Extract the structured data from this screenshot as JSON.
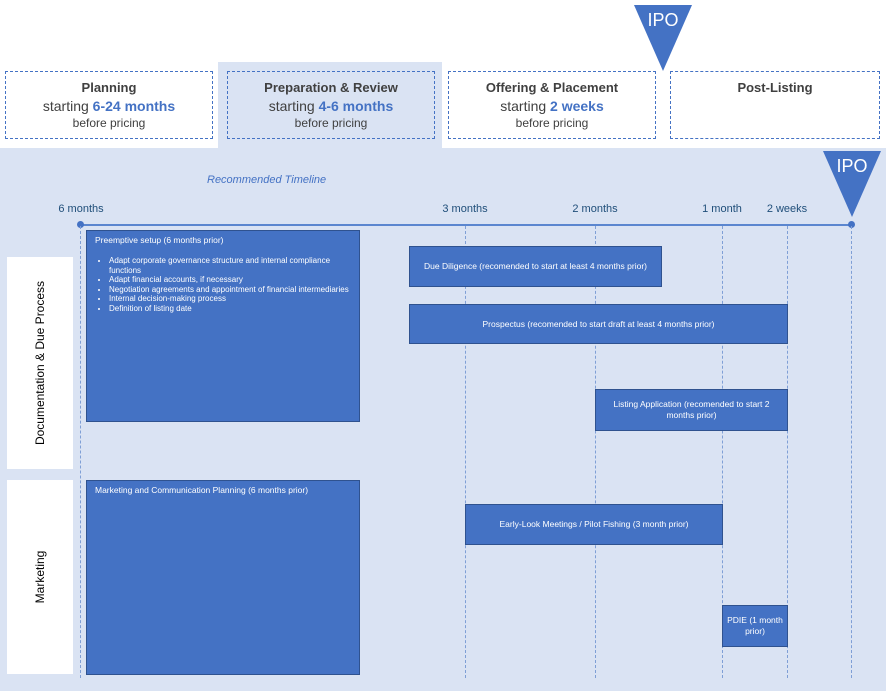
{
  "phases": [
    {
      "title": "Planning",
      "start_prefix": "starting ",
      "start_value": "6-24 months",
      "after": "before pricing"
    },
    {
      "title": "Preparation & Review",
      "start_prefix": "starting ",
      "start_value": "4-6 months",
      "after": "before pricing"
    },
    {
      "title": "Offering & Placement",
      "start_prefix": "starting ",
      "start_value": "2 weeks",
      "after": "before pricing"
    },
    {
      "title": "Post-Listing"
    }
  ],
  "ipo_label_top": "IPO",
  "ipo_label_timeline": "IPO",
  "timeline": {
    "title": "Recommended Timeline",
    "ticks": [
      "6 months",
      "3 months",
      "2 months",
      "1 month",
      "2 weeks"
    ]
  },
  "rows": {
    "documentation": "Documentation & Due Process",
    "marketing": "Marketing"
  },
  "tasks": {
    "preemptive": {
      "title": "Preemptive setup (6 months prior)",
      "items": [
        "Adapt corporate governance structure and internal compliance functions",
        "Adapt financial accounts, if necessary",
        "Negotiation agreements and appointment of financial intermediaries",
        "Internal decision-making process",
        "Definition of listing date"
      ]
    },
    "due_diligence": "Due Diligence (recomended to start at least 4 months prior)",
    "prospectus": "Prospectus (recomended to start draft at least 4 months prior)",
    "listing_application": "Listing Application (recomended to start 2 months prior)",
    "marketing_planning": "Marketing and Communication Planning (6 months prior)",
    "early_look": "Early-Look Meetings / Pilot Fishing (3 month prior)",
    "pdie": "PDIE (1 month prior)"
  },
  "colors": {
    "accent": "#4472c4",
    "background": "#dae3f3"
  }
}
